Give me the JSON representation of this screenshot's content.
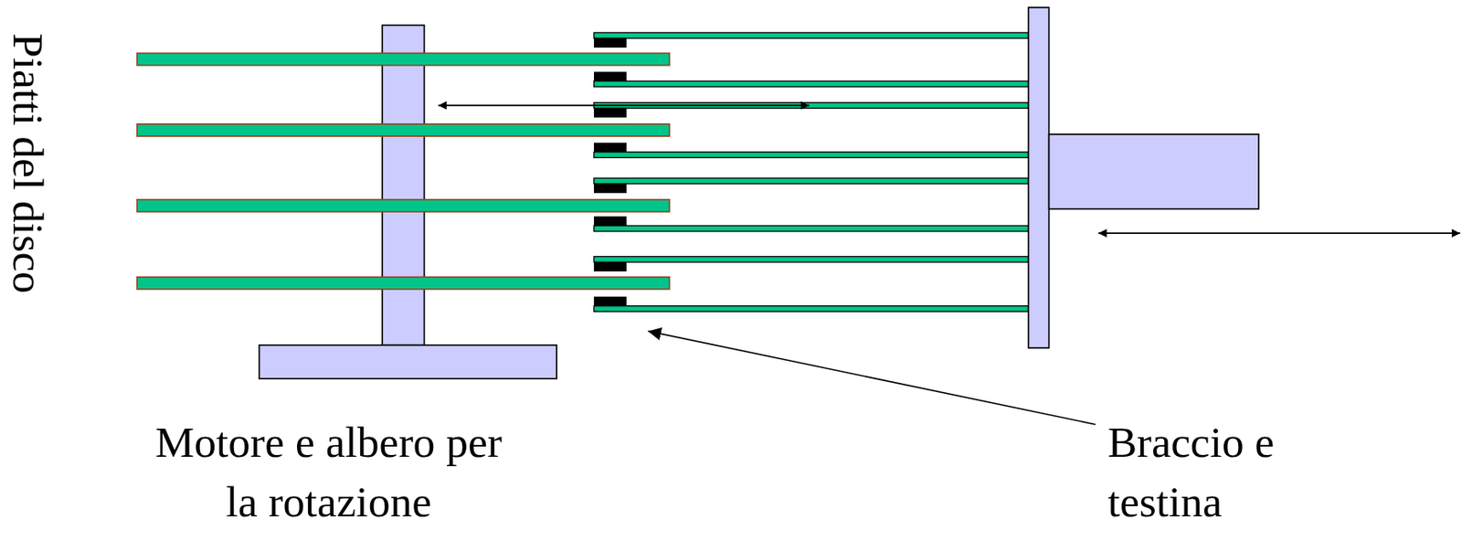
{
  "diagram": {
    "labels": [
      "Piatti del disco",
      "Motore e albero per la rotazione",
      "Braccio e testina"
    ]
  }
}
